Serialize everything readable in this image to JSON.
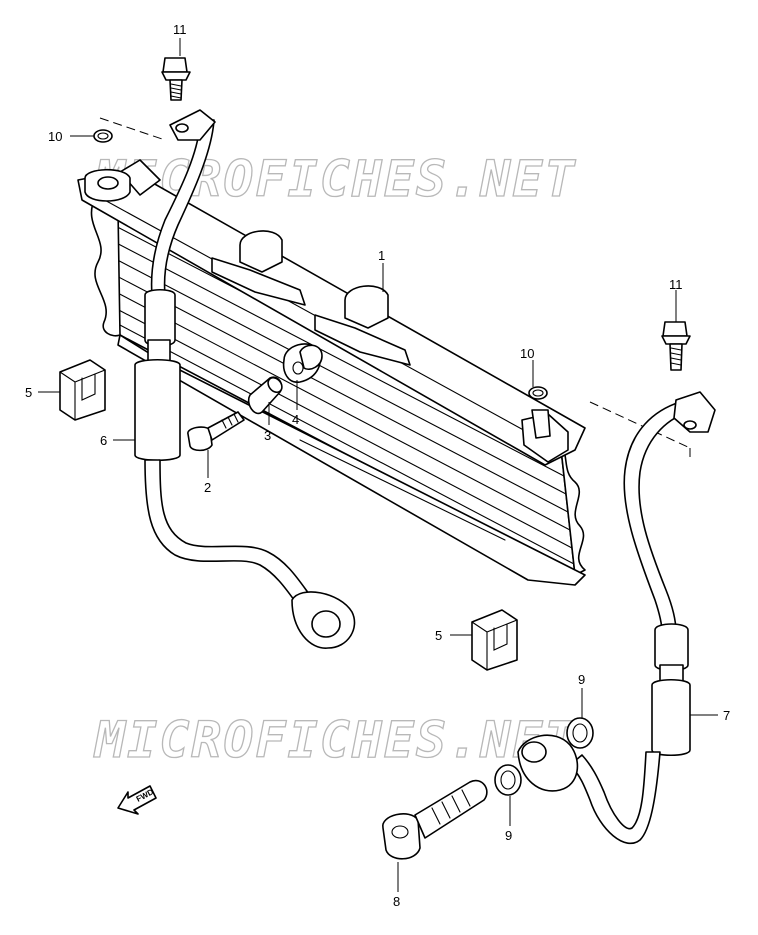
{
  "watermark": "MICROFICHES.NET",
  "fwd_label": "FWD",
  "callouts": {
    "c1": "1",
    "c2": "2",
    "c3": "3",
    "c4": "4",
    "c5a": "5",
    "c5b": "5",
    "c6": "6",
    "c7": "7",
    "c8": "8",
    "c9a": "9",
    "c9b": "9",
    "c10a": "10",
    "c10b": "10",
    "c11a": "11",
    "c11b": "11"
  }
}
